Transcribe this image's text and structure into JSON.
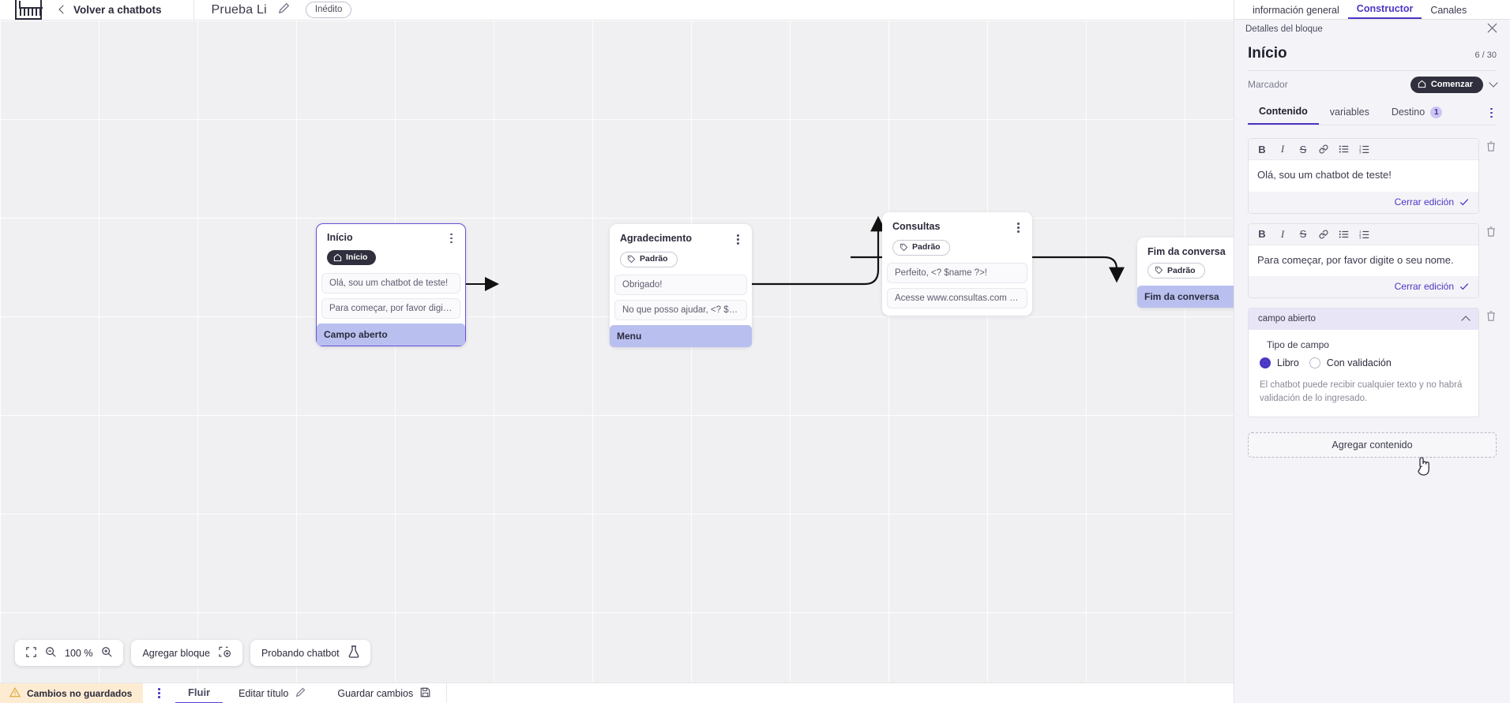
{
  "topbar": {
    "logo_icon": "vtex-logo-icon",
    "back_label": "Volver a chatbots",
    "bot_name": "Prueba Li",
    "edit_icon": "pencil-icon",
    "status_badge": "Inédito"
  },
  "canvas": {
    "nodes": [
      {
        "title": "Início",
        "tag": "Início",
        "tag_type": "start",
        "tag_icon": "home-icon",
        "selected": true,
        "messages": [
          "Olá, sou um chatbot de teste!",
          "Para começar, por favor digite o ..."
        ],
        "action": "Campo aberto"
      },
      {
        "title": "Agradecimento",
        "tag": "Padrão",
        "tag_type": "default",
        "tag_icon": "tag-icon",
        "selected": false,
        "messages": [
          "Obrigado!",
          "No que posso ajudar, <? $name ..."
        ],
        "action": "Menu"
      },
      {
        "title": "Consultas",
        "tag": "Padrão",
        "tag_type": "default",
        "tag_icon": "tag-icon",
        "selected": false,
        "messages": [
          "Perfeito, <? $name ?>!",
          "Acesse www.consultas.com par..."
        ],
        "action": ""
      },
      {
        "title": "Fim da conversa",
        "tag": "Padrão",
        "tag_type": "default",
        "tag_icon": "tag-icon",
        "selected": false,
        "messages": [],
        "action": "Fim da conversa"
      }
    ],
    "tools": {
      "fit_icon": "fit-screen-icon",
      "zoom_out_icon": "zoom-out-icon",
      "zoom_level": "100 %",
      "zoom_in_icon": "zoom-in-icon",
      "add_block_label": "Agregar bloque",
      "add_block_icon": "add-block-icon",
      "test_label": "Probando chatbot",
      "test_icon": "flask-icon"
    }
  },
  "bottombar": {
    "unsaved_label": "Cambios no guardados",
    "warning_icon": "warning-triangle-icon",
    "kebab_icon": "kebab-menu-icon",
    "tab_flow": "Fluir",
    "edit_title_label": "Editar título",
    "edit_title_icon": "pencil-icon",
    "save_label": "Guardar cambios",
    "save_icon": "save-disk-icon"
  },
  "panel": {
    "tabs": [
      {
        "label": "información general",
        "active": false
      },
      {
        "label": "Constructor",
        "active": true
      },
      {
        "label": "Canales",
        "active": false
      }
    ],
    "subhead": "Detalles del bloque",
    "close_icon": "close-icon",
    "block_title": "Início",
    "block_count": "6 / 30",
    "marker_label": "Marcador",
    "marker_pill": "Comenzar",
    "marker_pill_icon": "home-icon",
    "marker_chevron_icon": "chevron-down-icon",
    "sub_tabs": [
      {
        "label": "Contenido",
        "active": true,
        "badge": ""
      },
      {
        "label": "variables",
        "active": false,
        "badge": ""
      },
      {
        "label": "Destino",
        "active": false,
        "badge": "1"
      }
    ],
    "sub_tabs_kebab_icon": "kebab-menu-icon",
    "editor_toolbar": [
      {
        "icon": "bold-icon",
        "glyph": "B"
      },
      {
        "icon": "italic-icon",
        "glyph": "I"
      },
      {
        "icon": "strikethrough-icon",
        "glyph": "S"
      },
      {
        "icon": "link-icon",
        "glyph": ""
      },
      {
        "icon": "bullet-list-icon",
        "glyph": ""
      },
      {
        "icon": "numbered-list-icon",
        "glyph": ""
      }
    ],
    "content_blocks": [
      {
        "text": "Olá, sou um chatbot de teste!",
        "footer": "Cerrar edición",
        "footer_icon": "check-icon",
        "delete_icon": "trash-icon"
      },
      {
        "text": "Para começar, por favor digite o seu nome.",
        "footer": "Cerrar edición",
        "footer_icon": "check-icon",
        "delete_icon": "trash-icon"
      }
    ],
    "field_block": {
      "header": "campo abierto",
      "collapse_icon": "chevron-up-icon",
      "delete_icon": "trash-icon",
      "field_type_label": "Tipo de campo",
      "options": [
        {
          "label": "Libro",
          "selected": true
        },
        {
          "label": "Con validación",
          "selected": false
        }
      ],
      "hint": "El chatbot puede recibir cualquier texto y no habrá validación de lo ingresado."
    },
    "add_content_label": "Agregar contenido"
  },
  "colors": {
    "accent": "#4a36c4",
    "action_row": "#b9c0ef",
    "panel_bg": "#f4f4f8",
    "warning_bg": "#fdecd2",
    "dark_pill": "#2f2f3d"
  }
}
